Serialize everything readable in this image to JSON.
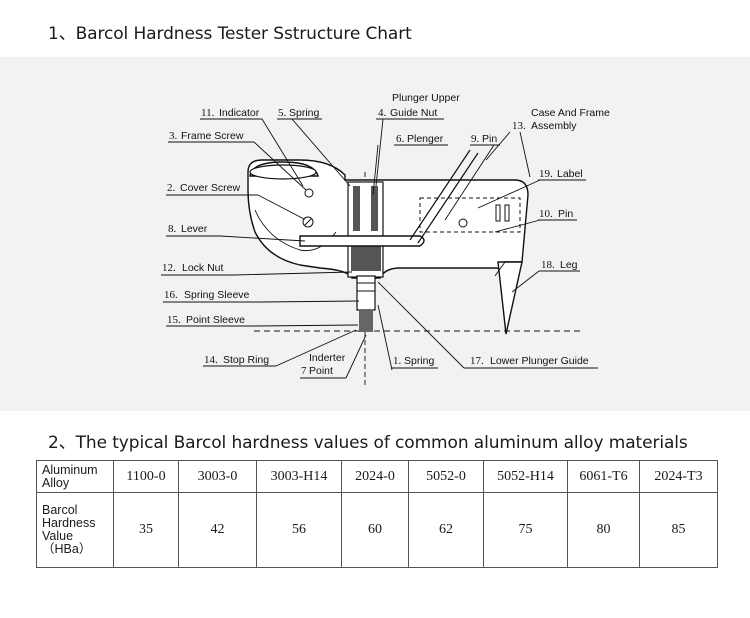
{
  "title": "1、Barcol Hardness Tester Sstructure Chart",
  "subtitle": "2、The typical Barcol hardness values of common aluminum alloy materials",
  "diagram": {
    "labels": {
      "indicator": {
        "num": "11.",
        "text": "Indicator"
      },
      "spring_top": {
        "num": "5.",
        "text": "Spring"
      },
      "plunger_upper": {
        "line1": "Plunger Upper",
        "num": "4.",
        "text": "Guide Nut"
      },
      "case_frame": {
        "num": "13.",
        "line1": "Case And Frame",
        "text": "Assembly"
      },
      "frame_screw": {
        "num": "3.",
        "text": "Frame Screw"
      },
      "plenger": {
        "num": "6.",
        "text": "Plenger"
      },
      "pin9": {
        "num": "9.",
        "text": "Pin"
      },
      "label19": {
        "num": "19.",
        "text": "Label"
      },
      "cover_screw": {
        "num": "2.",
        "text": "Cover Screw"
      },
      "pin10": {
        "num": "10.",
        "text": "Pin"
      },
      "lever": {
        "num": "8.",
        "text": "Lever"
      },
      "lock_nut": {
        "num": "12.",
        "text": "Lock Nut"
      },
      "leg": {
        "num": "18.",
        "text": "Leg"
      },
      "spring_sleeve": {
        "num": "16.",
        "text": "Spring Sleeve"
      },
      "point_sleeve": {
        "num": "15.",
        "text": "Point Sleeve"
      },
      "stop_ring": {
        "num": "14.",
        "text": "Stop Ring"
      },
      "indenter": {
        "num": "7",
        "line1": "Inderter",
        "text": "Point"
      },
      "spring_bottom": {
        "num": "1.",
        "text": "Spring"
      },
      "lower_guide": {
        "num": "17.",
        "text": "Lower Plunger Guide"
      }
    }
  },
  "table": {
    "row1_header": [
      "Aluminum",
      "Alloy"
    ],
    "row2_header": [
      "Barcol",
      "Hardness",
      "Value",
      "（HBa）"
    ],
    "alloys": [
      "1100-0",
      "3003-0",
      "3003-H14",
      "2024-0",
      "5052-0",
      "5052-H14",
      "6061-T6",
      "2024-T3"
    ],
    "values": [
      "35",
      "42",
      "56",
      "60",
      "62",
      "75",
      "80",
      "85"
    ]
  }
}
